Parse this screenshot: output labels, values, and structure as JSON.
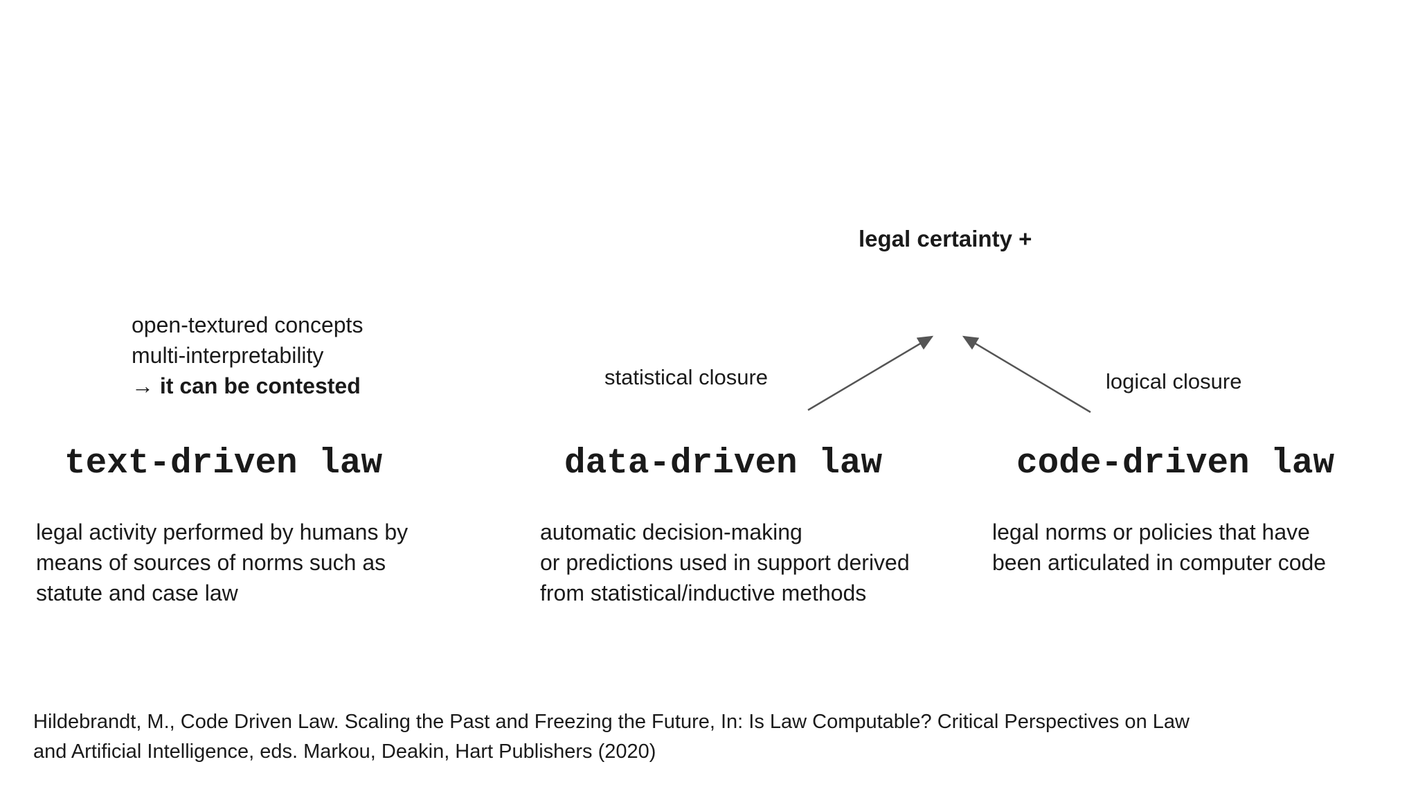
{
  "slide": {
    "certainty_label": "legal certainty +",
    "left_notes": {
      "line1": "open-textured concepts",
      "line2": "multi-interpretability",
      "line3_arrow": "→",
      "line3_bold": "it can be contested"
    },
    "closure_labels": {
      "statistical": "statistical closure",
      "logical": "logical closure"
    },
    "columns": [
      {
        "heading": "text-driven law",
        "description": [
          "legal activity performed by humans by",
          "means of sources of norms such as",
          "statute and case law"
        ]
      },
      {
        "heading": "data-driven law",
        "description": [
          "automatic decision-making",
          "or predictions used in support derived",
          "from statistical/inductive methods"
        ]
      },
      {
        "heading": "code-driven law",
        "description": [
          "legal norms or policies that have",
          "been articulated in computer code"
        ]
      }
    ],
    "citation": {
      "line1": "Hildebrandt, M., Code Driven Law. Scaling the Past and Freezing the Future, In: Is Law Computable? Critical Perspectives on Law",
      "line2": "and Artificial Intelligence, eds. Markou, Deakin, Hart Publishers (2020)"
    },
    "colors": {
      "background": "#ffffff",
      "text": "#1a1a1a",
      "arrow": "#555555"
    }
  }
}
